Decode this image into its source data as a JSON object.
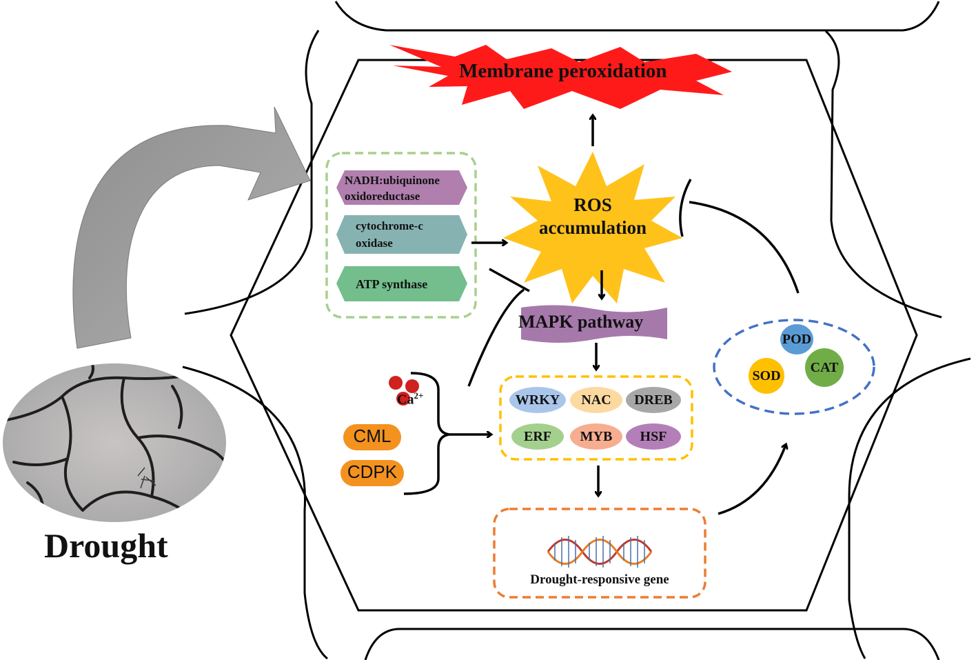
{
  "stress": {
    "label": "Drought"
  },
  "membrane": {
    "label": "Membrane peroxidation"
  },
  "ros": {
    "line1": "ROS",
    "line2": "accumulation"
  },
  "mitochondria": {
    "complexes": [
      {
        "label_line1": "NADH:ubiquinone",
        "label_line2": "oxidoreductase",
        "color": "#b07fae"
      },
      {
        "label_line1": "cytochrome-c",
        "label_line2": "oxidase",
        "color": "#86b3b1"
      },
      {
        "label_line1": "ATP synthase",
        "label_line2": "",
        "color": "#73be8c"
      }
    ]
  },
  "mapk": {
    "label": "MAPK pathway",
    "color": "#a679ab"
  },
  "calcium": {
    "ion_base": "Ca",
    "ion_sup": "2+",
    "ion_color": "#d02020",
    "sensors": [
      {
        "label": "CML",
        "color": "#f4921f"
      },
      {
        "label": "CDPK",
        "color": "#f4921f"
      }
    ]
  },
  "transcription_factors": [
    {
      "label": "WRKY",
      "color": "#a9c6ea"
    },
    {
      "label": "NAC",
      "color": "#fcd9a0"
    },
    {
      "label": "DREB",
      "color": "#a7a7a7"
    },
    {
      "label": "ERF",
      "color": "#a4d08e"
    },
    {
      "label": "MYB",
      "color": "#f7ad90"
    },
    {
      "label": "HSF",
      "color": "#b47fb8"
    }
  ],
  "genes": {
    "label": "Drought-responsive gene"
  },
  "antioxidants": {
    "enzymes": [
      {
        "label": "POD",
        "color": "#5b9bd5"
      },
      {
        "label": "SOD",
        "color": "#ffc000"
      },
      {
        "label": "CAT",
        "color": "#70ad47"
      }
    ]
  },
  "colors": {
    "burst": "#ff1a1a",
    "ros_star": "#ffc21a",
    "mito_box": "#a8d08d",
    "tf_box": "#ffc000",
    "gene_box": "#ed7d31",
    "antioxidant_box": "#4472c4",
    "big_arrow": "#9a9a9a"
  }
}
